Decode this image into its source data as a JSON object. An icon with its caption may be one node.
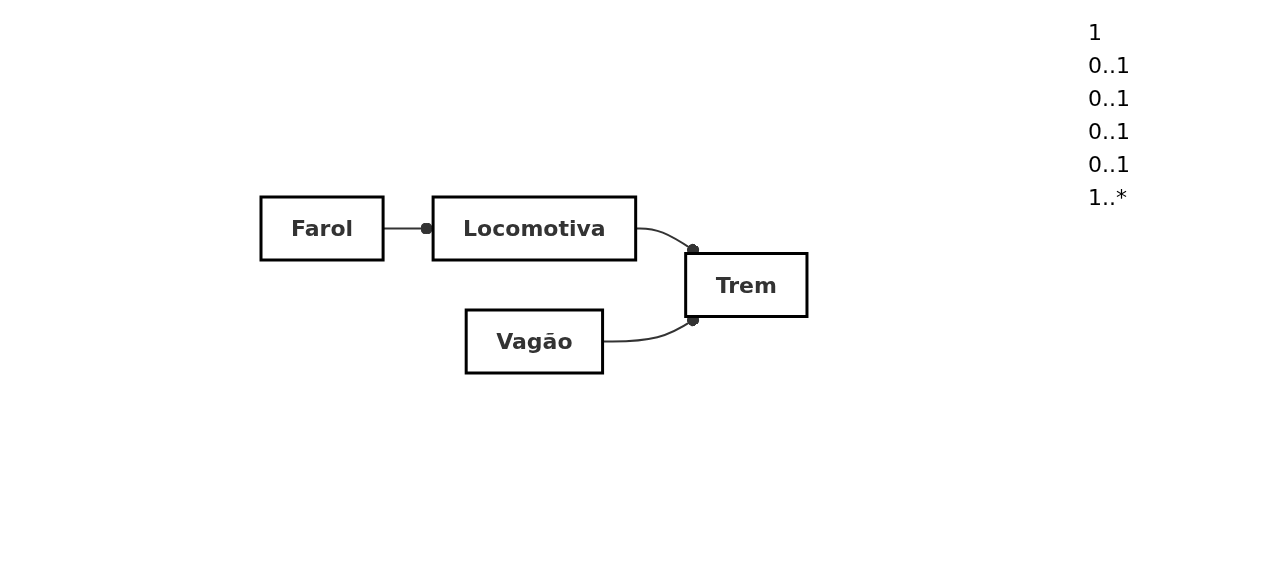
{
  "diagram": {
    "nodes": [
      {
        "text": [
          "Locomotiva"
        ]
      },
      {
        "text": [
          "Farol"
        ]
      },
      {
        "text": [
          "Trem"
        ]
      },
      {
        "text": [
          "Vagão"
        ]
      }
    ],
    "edges": [
      {
        "from": 0,
        "to": 2,
        "arrow": "other"
      },
      {
        "from": 1,
        "to": 0,
        "arrow": "other"
      },
      {
        "from": 3,
        "to": 2,
        "arrow": "other"
      }
    ],
    "labels": [
      "1",
      "0..1",
      "0..1",
      "0..1",
      "0..1",
      "1..*"
    ]
  }
}
